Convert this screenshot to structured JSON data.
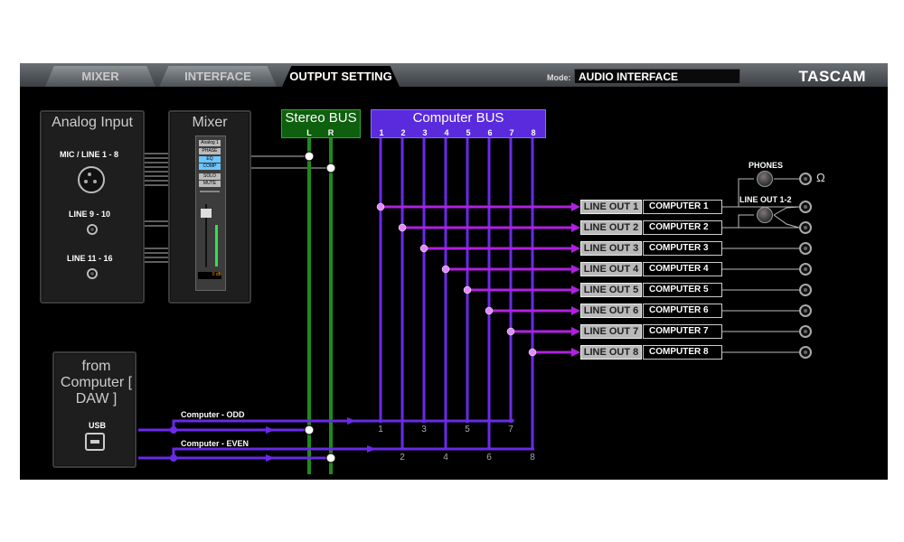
{
  "tabs": [
    {
      "label": "MIXER",
      "active": false
    },
    {
      "label": "INTERFACE",
      "active": false
    },
    {
      "label": "OUTPUT SETTING",
      "active": true
    }
  ],
  "mode": {
    "label": "Mode:",
    "value": "AUDIO INTERFACE"
  },
  "brand": "TASCAM",
  "analog_input": {
    "title": "Analog Input",
    "inputs": [
      "MIC / LINE 1 - 8",
      "LINE 9 - 10",
      "LINE 11 - 16"
    ]
  },
  "mixer": {
    "title": "Mixer",
    "strip_tags": [
      "Analog 1",
      "PHASE",
      "EQ",
      "COMP",
      "SOLO",
      "MUTE"
    ],
    "fader_readout": "0 dB"
  },
  "from_computer": {
    "title": "from Computer [ DAW ]",
    "port_label": "USB"
  },
  "stereo_bus": {
    "title": "Stereo BUS",
    "channels": [
      "L",
      "R"
    ]
  },
  "computer_bus": {
    "title": "Computer BUS",
    "channels": [
      "1",
      "2",
      "3",
      "4",
      "5",
      "6",
      "7",
      "8"
    ]
  },
  "wires": {
    "odd": "Computer - ODD",
    "even": "Computer - EVEN"
  },
  "bottom_numbers": [
    "1",
    "2",
    "3",
    "4",
    "5",
    "6",
    "7",
    "8"
  ],
  "outputs": [
    {
      "label": "LINE OUT 1",
      "source": "COMPUTER 1"
    },
    {
      "label": "LINE OUT 2",
      "source": "COMPUTER 2"
    },
    {
      "label": "LINE OUT 3",
      "source": "COMPUTER 3"
    },
    {
      "label": "LINE OUT 4",
      "source": "COMPUTER 4"
    },
    {
      "label": "LINE OUT 5",
      "source": "COMPUTER 5"
    },
    {
      "label": "LINE OUT 6",
      "source": "COMPUTER 6"
    },
    {
      "label": "LINE OUT 7",
      "source": "COMPUTER 7"
    },
    {
      "label": "LINE OUT 8",
      "source": "COMPUTER 8"
    }
  ],
  "monitor": {
    "phones_label": "PHONES",
    "lineout_label": "LINE OUT 1-2"
  },
  "colors": {
    "computer_bus": "#7b2cff",
    "stereo_bus": "#1f8a1f",
    "routing_wire": "#b020e0",
    "background": "#000000"
  }
}
